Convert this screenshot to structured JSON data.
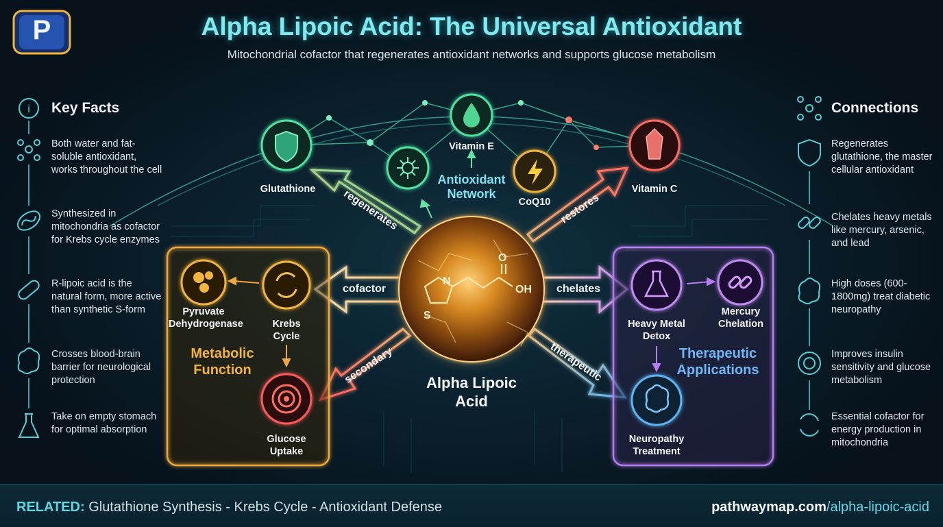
{
  "header": {
    "title": "Alpha Lipoic Acid: The Universal Antioxidant",
    "subtitle": "Mitochondrial cofactor that regenerates antioxidant networks and supports glucose metabolism"
  },
  "logo": {
    "letter": "P"
  },
  "key_facts": {
    "title": "Key Facts",
    "items": [
      {
        "icon": "molecule-icon",
        "text": "Both water and fat-soluble antioxidant, works throughout the cell"
      },
      {
        "icon": "mitochondria-icon",
        "text": "Synthesized in mitochondria as cofactor for Krebs cycle enzymes"
      },
      {
        "icon": "capsule-icon",
        "text": "R-lipoic acid is the natural form, more active than synthetic S-form"
      },
      {
        "icon": "brain-icon",
        "text": "Crosses blood-brain barrier for neurological protection"
      },
      {
        "icon": "flask-icon",
        "text": "Take on empty stomach for optimal absorption"
      }
    ]
  },
  "connections": {
    "title": "Connections",
    "items": [
      {
        "icon": "shield-icon",
        "text": "Regenerates glutathione, the master cellular antioxidant"
      },
      {
        "icon": "chain-icon",
        "text": "Chelates heavy metals like mercury, arsenic, and lead"
      },
      {
        "icon": "brain-icon",
        "text": "High doses (600-1800mg) treat diabetic neuropathy"
      },
      {
        "icon": "target-icon",
        "text": "Improves insulin sensitivity and glucose metabolism"
      },
      {
        "icon": "cycle-icon",
        "text": "Essential cofactor for energy production in mitochondria"
      }
    ]
  },
  "center": {
    "name": "Alpha Lipoic Acid",
    "atoms": {
      "n": "N",
      "s": "S",
      "o": "O",
      "oh": "OH"
    }
  },
  "network": {
    "label": "Antioxidant Network",
    "nodes": {
      "glutathione": "Glutathione",
      "vitamin_e": "Vitamin E",
      "coq10": "CoQ10",
      "vitamin_c": "Vitamin C"
    }
  },
  "arrows": {
    "regenerates": "regenerates",
    "restores": "restores",
    "cofactor": "cofactor",
    "chelates": "chelates",
    "secondary": "secondary",
    "therapeutic": "therapeutic"
  },
  "metabolic": {
    "title": "Metabolic Function",
    "pyruvate": "Pyruvate Dehydrogenase",
    "krebs": "Krebs Cycle",
    "glucose": "Glucose Uptake"
  },
  "therapeutic": {
    "title": "Therapeutic Applications",
    "detox": "Heavy Metal Detox",
    "mercury": "Mercury Chelation",
    "neuropathy": "Neuropathy Treatment"
  },
  "footer": {
    "related_label": "RELATED:",
    "related_text": "Glutathione Synthesis - Krebs Cycle - Antioxidant Defense",
    "url_domain": "pathwaymap.com",
    "url_path": "/alpha-lipoic-acid"
  },
  "colors": {
    "cyan": "#5fd8e6",
    "green": "#4fe3a3",
    "orange": "#f2a93b",
    "red": "#ff6b5e",
    "purple": "#b67cf0",
    "blue": "#5ab6f5"
  }
}
